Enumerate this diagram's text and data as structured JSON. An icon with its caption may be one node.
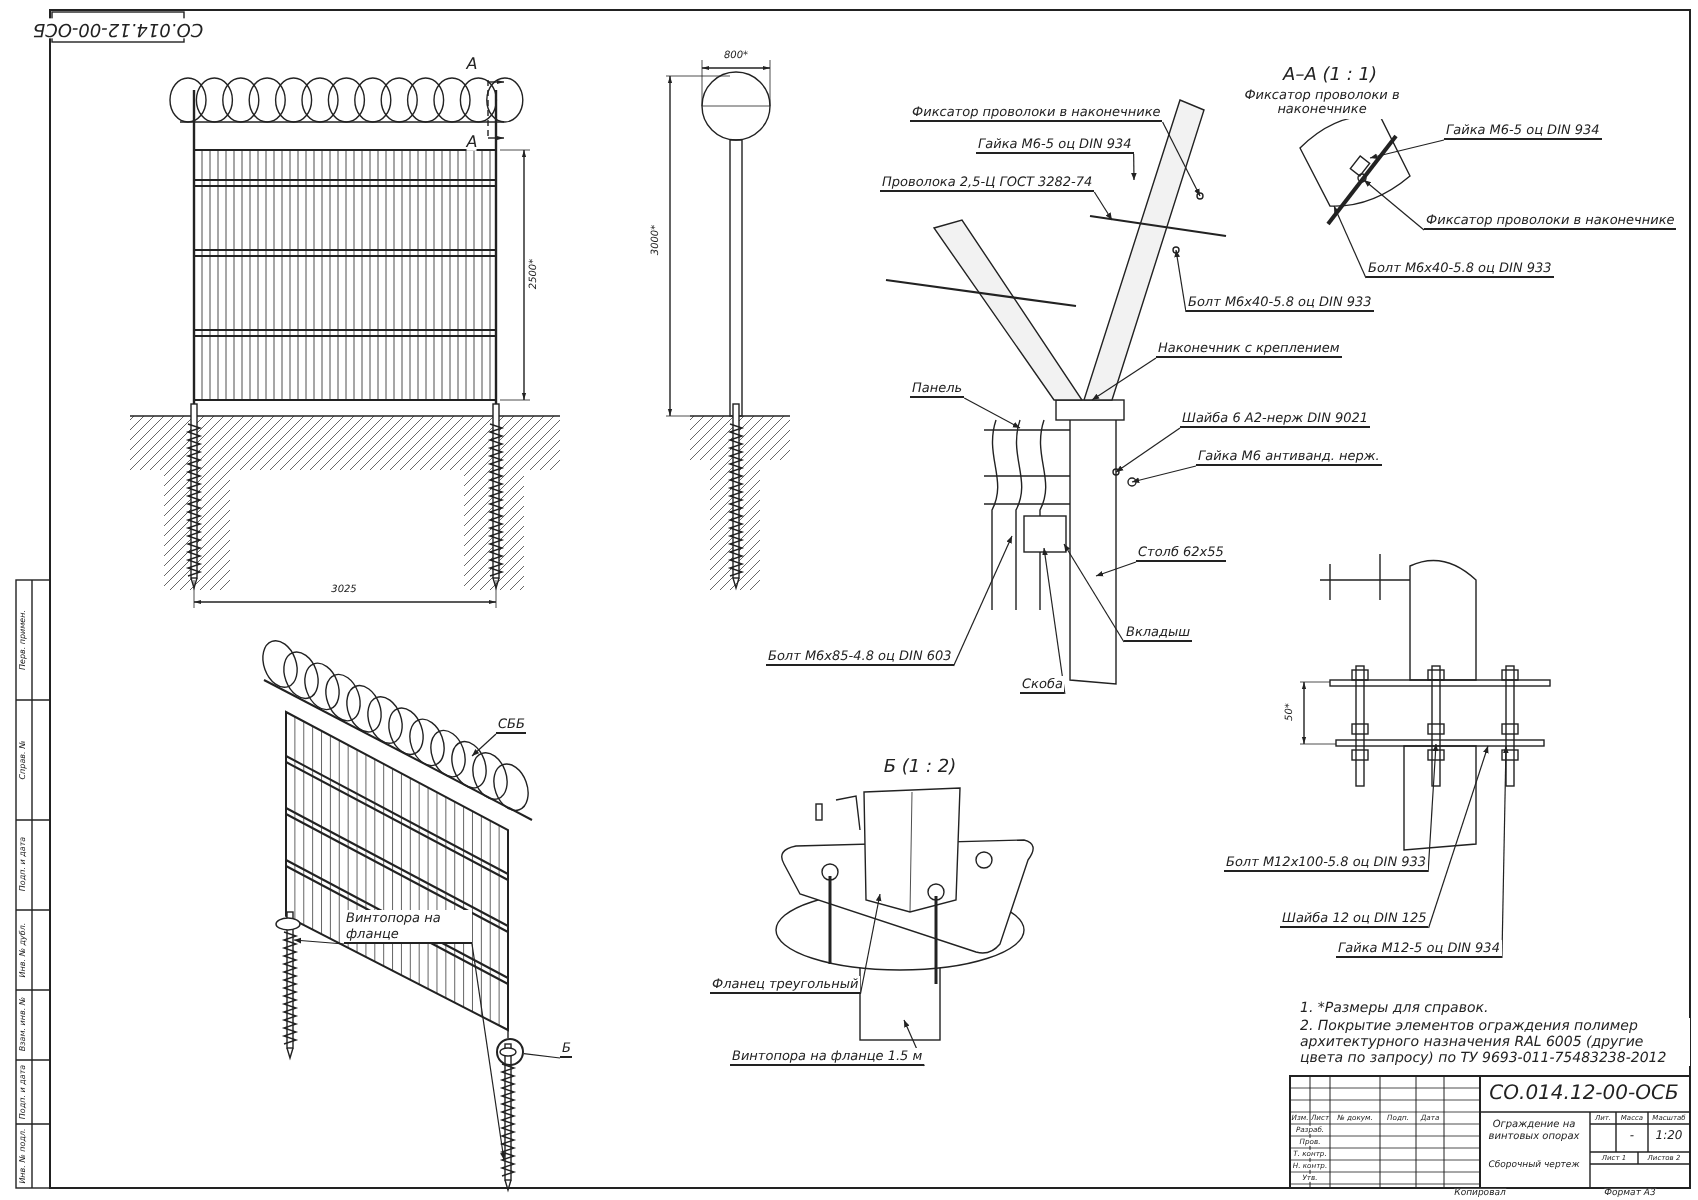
{
  "diagram": {
    "nodes": [
      {
        "text": [
          "Фиксатор проволоки в наконечнике"
        ]
      },
      {
        "text": [
          "Гайка М6-5 оц DIN 934"
        ]
      },
      {
        "text": [
          "Проволока 2,5-Ц ГОСТ 3282-74"
        ]
      },
      {
        "text": [
          "Болт М6х40-5.8 оц DIN 933"
        ]
      },
      {
        "text": [
          "Наконечник с креплением"
        ]
      },
      {
        "text": [
          "Панель"
        ]
      },
      {
        "text": [
          "Шайба 6 А2-нерж DIN 9021"
        ]
      },
      {
        "text": [
          "Гайка М6 антиванд. нерж."
        ]
      },
      {
        "text": [
          "Столб 62х55"
        ]
      },
      {
        "text": [
          "Вкладыш"
        ]
      },
      {
        "text": [
          "Скоба"
        ]
      },
      {
        "text": [
          "Болт М6х85-4.8 оц DIN 603"
        ]
      },
      {
        "text": [
          "Гайка М6-5 оц DIN 934"
        ]
      },
      {
        "text": [
          "Фиксатор проволоки в наконечнике"
        ]
      },
      {
        "text": [
          "Болт М6х40-5.8 оц DIN 933"
        ]
      },
      {
        "text": [
          "Болт М12х100-5.8 оц DIN 933"
        ]
      },
      {
        "text": [
          "Шайба 12 оц DIN 125"
        ]
      },
      {
        "text": [
          "Гайка М12-5 оц DIN 934"
        ]
      },
      {
        "text": [
          "Фланец треугольный"
        ]
      },
      {
        "text": [
          "Винтопора на фланце 1.5 м"
        ]
      },
      {
        "text": [
          "Винтопора на фланце"
        ]
      },
      {
        "text": [
          "СББ"
        ]
      },
      {
        "text": [
          "Б"
        ]
      },
      {
        "text": [],
        "shape": "circle"
      }
    ],
    "edges": [
      {
        "from": 0,
        "to": null,
        "arrow": "to"
      },
      {
        "from": 1,
        "to": null,
        "arrow": "to"
      },
      {
        "from": 2,
        "to": null,
        "arrow": "to"
      },
      {
        "from": 3,
        "to": null,
        "arrow": "to"
      },
      {
        "from": 4,
        "to": null,
        "arrow": "to"
      },
      {
        "from": 5,
        "to": null,
        "arrow": "to"
      },
      {
        "from": 6,
        "to": null,
        "arrow": "to"
      },
      {
        "from": 7,
        "to": null,
        "arrow": "to"
      },
      {
        "from": 8,
        "to": null,
        "arrow": "to"
      },
      {
        "from": 9,
        "to": null,
        "arrow": "to"
      },
      {
        "from": 10,
        "to": null,
        "arrow": "to"
      },
      {
        "from": 11,
        "to": null,
        "arrow": "to"
      },
      {
        "from": 12,
        "to": null,
        "arrow": "to"
      },
      {
        "from": 13,
        "to": null,
        "arrow": "to"
      },
      {
        "from": 14,
        "to": null,
        "arrow": "to"
      },
      {
        "from": 15,
        "to": null,
        "arrow": "to"
      },
      {
        "from": 16,
        "to": null,
        "arrow": "to"
      },
      {
        "from": 17,
        "to": null,
        "arrow": "to"
      },
      {
        "from": 18,
        "to": null,
        "arrow": "to"
      },
      {
        "from": 19,
        "to": null,
        "arrow": "to"
      },
      {
        "from": 20,
        "to": null,
        "arrow": "to"
      },
      {
        "from": 20,
        "to": null,
        "arrow": "to"
      },
      {
        "from": 21,
        "to": null,
        "arrow": "to"
      },
      {
        "from": 22,
        "to": 23,
        "arrow": "none"
      }
    ],
    "labels": [
      "СО.014.12-00-ОСБ",
      "А",
      "А",
      "800*",
      "2500*",
      "3000*",
      "3025",
      "А–А (1 : 1)",
      "Фиксатор проволоки в наконечнике",
      "50*",
      "Б (1 : 2)",
      "1. *Размеры для справок.",
      "2. Покрытие элементов ограждения полимер архитектурного назначения RAL 6005 (другие цвета по запросу) по ТУ 9693-011-75483238-2012",
      "СО.014.12-00-ОСБ",
      "Ограждение на винтовых опорах",
      "Сборочный чертеж",
      "Лит.",
      "Масса",
      "Масштаб",
      "-",
      "1:20",
      "Лист 1",
      "Листов 2",
      "Изм.",
      "Лист",
      "№ докум.",
      "Подп.",
      "Дата",
      "Разраб.",
      "Пров.",
      "Т. контр.",
      "Н. контр.",
      "Утв.",
      "Копировал",
      "Формат А3",
      "Перв. примен.",
      "Справ. №",
      "Подп. и дата",
      "Инв. № дубл.",
      "Взам. инв. №",
      "Подп. и дата",
      "Инв. № подл."
    ]
  }
}
